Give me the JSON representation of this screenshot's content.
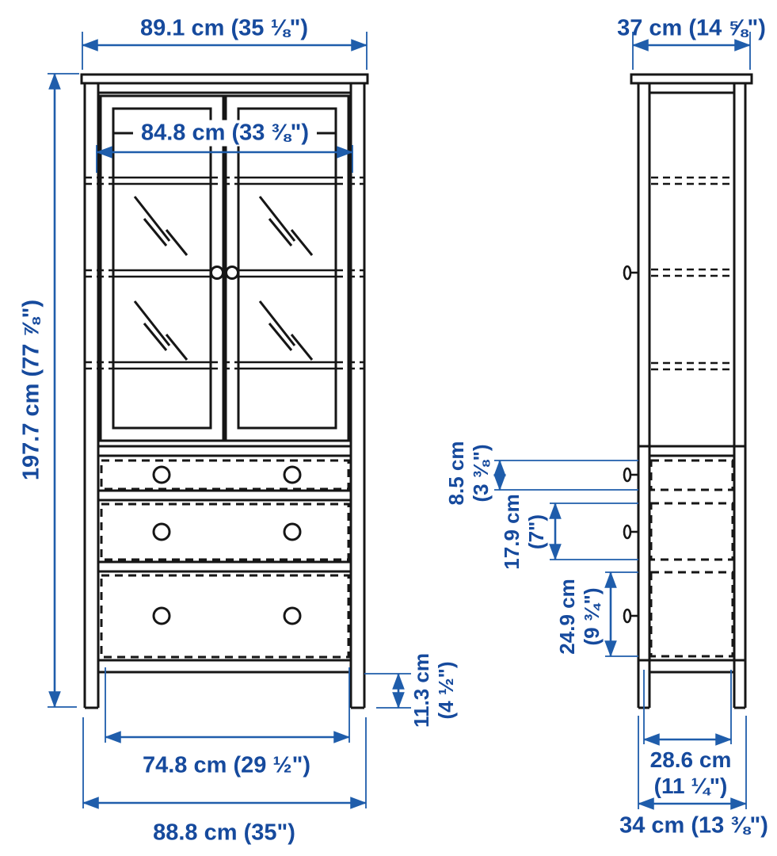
{
  "colors": {
    "background": "#ffffff",
    "drawing_line": "#161616",
    "dimension_line": "#1f5dab",
    "dimension_text": "#164a9d"
  },
  "front_view": {
    "top_width": "89.1 cm (35 ⅛\")",
    "glass_inner_width": "84.8 cm (33 ⅜\")",
    "height": "197.7 cm (77 ⅞\")",
    "drawer_width": "74.8 cm (29 ½\")",
    "base_width": "88.8 cm (35\")",
    "leg_height": {
      "cm": "11.3 cm",
      "in": "(4 ½\")"
    }
  },
  "side_view": {
    "top_depth": "37 cm (14 ⅝\")",
    "drawer_heights": [
      {
        "cm": "8.5 cm",
        "in": "(3 ⅜\")"
      },
      {
        "cm": "17.9 cm",
        "in": "(7\")"
      },
      {
        "cm": "24.9 cm",
        "in": "(9 ¾\")"
      }
    ],
    "inner_depth": {
      "cm": "28.6 cm",
      "in": "(11 ¼\")"
    },
    "base_depth": "34 cm (13 ⅜\")"
  }
}
